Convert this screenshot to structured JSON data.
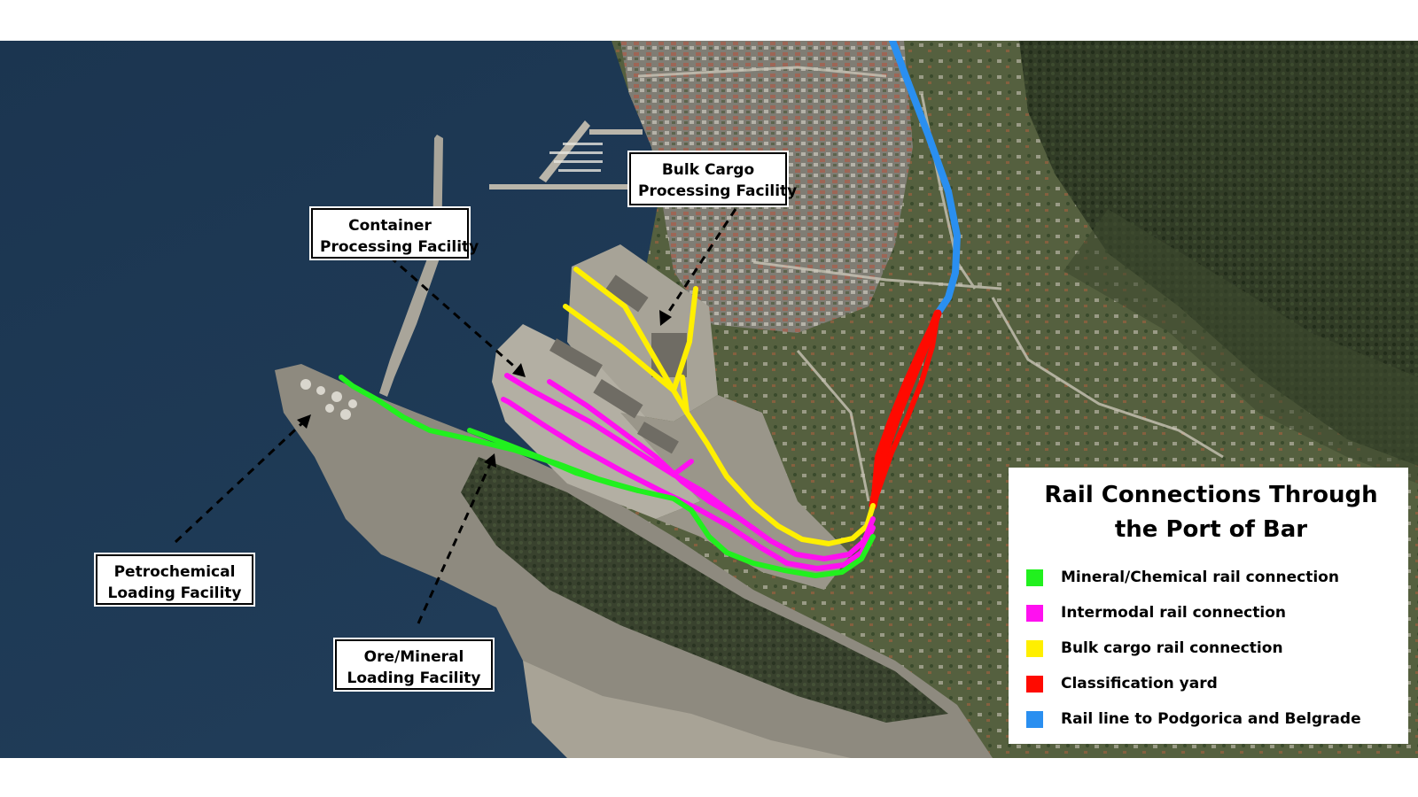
{
  "map": {
    "colors": {
      "sea": "#1f3a55",
      "sea_deep": "#15304a",
      "land_green": "#4d5a3a",
      "land_dark": "#2e3a24",
      "urban": "#8b8a82",
      "port": "#a9a59a",
      "rocky": "#9a968c"
    }
  },
  "callouts": [
    {
      "id": "bulk-cargo",
      "lines": [
        "Bulk Cargo",
        "Processing Facility"
      ]
    },
    {
      "id": "container",
      "lines": [
        "Container",
        "Processing Facility"
      ]
    },
    {
      "id": "petrochemical",
      "lines": [
        "Petrochemical",
        "Loading Facility"
      ]
    },
    {
      "id": "ore-mineral",
      "lines": [
        "Ore/Mineral",
        "Loading Facility"
      ]
    }
  ],
  "legend": {
    "title": "Rail Connections Through the Port of Bar",
    "items": [
      {
        "label": "Mineral/Chemical rail connection",
        "color": "#21f01e"
      },
      {
        "label": "Intermodal rail connection",
        "color": "#ff10f0"
      },
      {
        "label": "Bulk cargo rail connection",
        "color": "#ffef00"
      },
      {
        "label": "Classification yard",
        "color": "#ff0a00"
      },
      {
        "label": "Rail line to Podgorica and Belgrade",
        "color": "#2a8ff0"
      }
    ]
  }
}
